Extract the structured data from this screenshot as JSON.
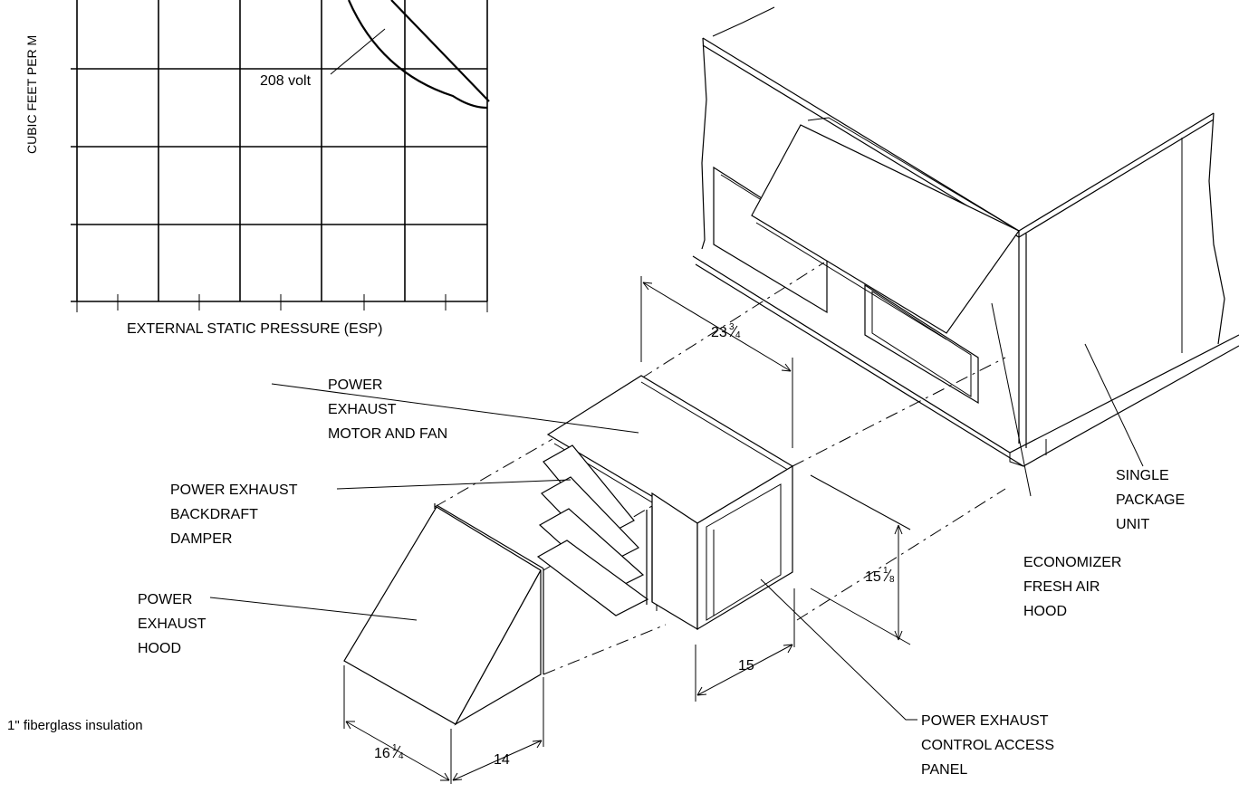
{
  "chart": {
    "ylabel_partial": "CUBIC FEET PER M",
    "xlabel": "EXTERNAL STATIC PRESSURE (ESP)",
    "curve_label": "208 volt"
  },
  "labels": {
    "exhaust_motor": [
      "POWER",
      "EXHAUST",
      "MOTOR AND FAN"
    ],
    "backdraft": [
      "POWER EXHAUST",
      "BACKDRAFT",
      "DAMPER"
    ],
    "hood": [
      "POWER",
      "EXHAUST",
      "HOOD"
    ],
    "control_panel": [
      "POWER EXHAUST",
      "CONTROL ACCESS",
      "PANEL"
    ],
    "economizer": [
      "ECONOMIZER",
      "FRESH AIR",
      "HOOD"
    ],
    "package": [
      "SINGLE",
      "PACKAGE",
      "UNIT"
    ],
    "insulation": "1\" fiberglass insulation"
  },
  "dimensions": {
    "width_top": {
      "whole": "23",
      "num": "3",
      "den": "4"
    },
    "height_side": {
      "whole": "15",
      "num": "1",
      "den": "8"
    },
    "depth_box": "15",
    "hood_width": {
      "whole": "16",
      "num": "1",
      "den": "4"
    },
    "hood_depth": "14"
  }
}
